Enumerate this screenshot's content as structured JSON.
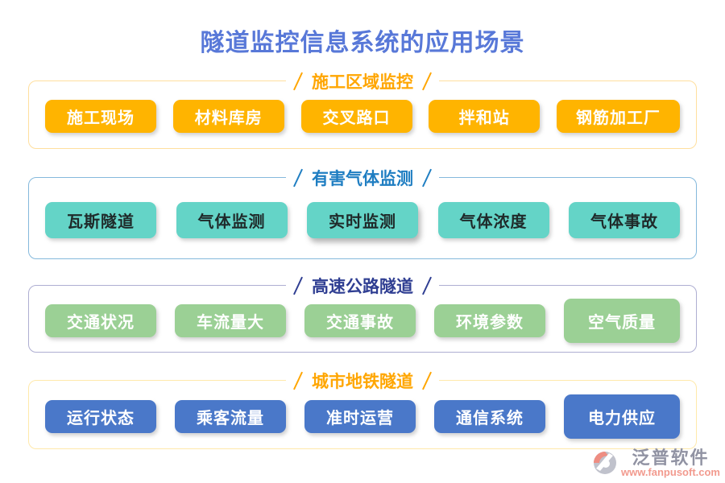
{
  "page": {
    "title": "隧道监控信息系统的应用场景",
    "accent": "#5878d8"
  },
  "sections": [
    {
      "title": "施工区域监控",
      "accent": "#ffa602",
      "border_color": "#ffdf9e",
      "button_bg": "#ffb400",
      "button_fg": "#ffffff",
      "items": [
        "施工现场",
        "材料库房",
        "交叉路口",
        "拌和站",
        "钢筋加工厂"
      ]
    },
    {
      "title": "有害气体监测",
      "accent": "#1f7ec2",
      "border_color": "#85b9dc",
      "button_bg": "#64d4c7",
      "button_fg": "#1f2a2a",
      "items": [
        "瓦斯隧道",
        "气体监测",
        "实时监测",
        "气体浓度",
        "气体事故"
      ]
    },
    {
      "title": "高速公路隧道",
      "accent": "#2f3e92",
      "border_color": "#aeaed2",
      "button_bg": "#9bd095",
      "button_fg": "#ffffff",
      "items": [
        "交通状况",
        "车流量大",
        "交通事故",
        "环境参数",
        "空气质量"
      ]
    },
    {
      "title": "城市地铁隧道",
      "accent": "#ffa602",
      "border_color": "#ffe9ab",
      "button_bg": "#4a78c9",
      "button_fg": "#ffffff",
      "items": [
        "运行状态",
        "乘客流量",
        "准时运营",
        "通信系统",
        "电力供应"
      ]
    }
  ],
  "watermark": {
    "brand": "泛普软件",
    "url": "www.fanpusoft.com",
    "brand_color": "#9193a3",
    "url_color": "#f29a8e"
  }
}
